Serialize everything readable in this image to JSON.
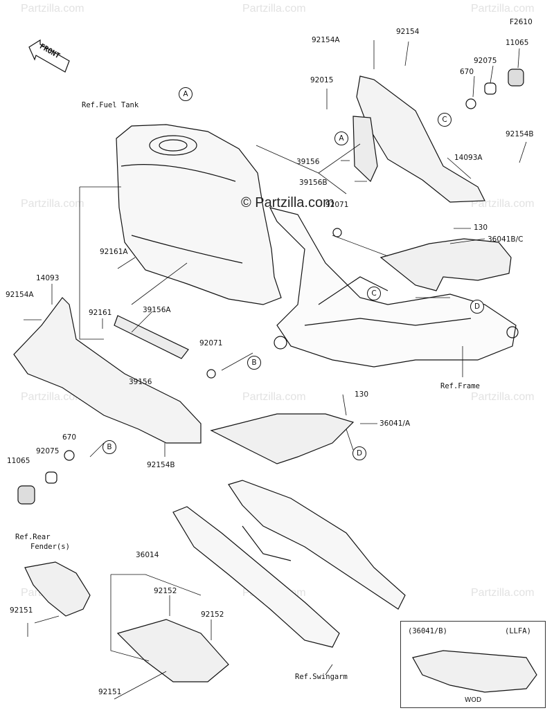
{
  "figure_code": "F2610",
  "front_label": "FRONT",
  "watermark": "Partzilla.com",
  "watermark_center": "© Partzilla.com",
  "refs": {
    "fuel_tank": "Ref.Fuel Tank",
    "frame": "Ref.Frame",
    "rear_fender_line1": "Ref.Rear",
    "rear_fender_line2": "Fender(s)",
    "swingarm": "Ref.Swingarm"
  },
  "callouts": [
    "A",
    "A",
    "B",
    "B",
    "C",
    "C",
    "D",
    "D"
  ],
  "parts": {
    "p92154A_top": "92154A",
    "p92154_top": "92154",
    "p11065_right": "11065",
    "p92075_right": "92075",
    "p670_right": "670",
    "p92015": "92015",
    "p39156_right": "39156",
    "p39156B": "39156B",
    "p14093A": "14093A",
    "p92154B_right": "92154B",
    "p92071_top": "92071",
    "p130_right": "130",
    "p36041BC": "36041B/C",
    "p92161A": "92161A",
    "p14093": "14093",
    "p92154A_left": "92154A",
    "p92161": "92161",
    "p39156A": "39156A",
    "p92071_mid": "92071",
    "p39156_left": "39156",
    "p130_mid": "130",
    "p36041A": "36041/A",
    "p670_left": "670",
    "p92075_left": "92075",
    "p11065_left": "11065",
    "p92154B_left": "92154B",
    "p36014": "36014",
    "p92152_a": "92152",
    "p92152_b": "92152",
    "p92151_left": "92151",
    "p92151_bottom": "92151"
  },
  "inset": {
    "part": "(36041/B)",
    "variant": "(LLFA)",
    "color_code": "WOD"
  }
}
